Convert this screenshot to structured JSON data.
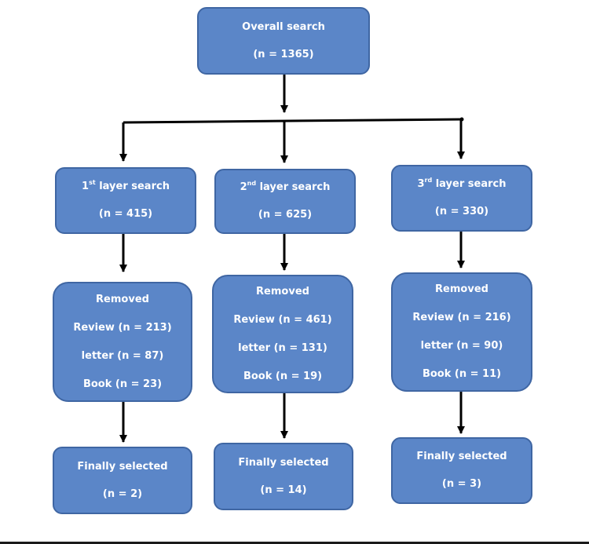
{
  "diagram": {
    "root": {
      "title": "Overall search",
      "count": "(n = 1365)"
    },
    "columns": [
      {
        "layer": {
          "ordinal": "1",
          "suffix": "st",
          "label": " layer search",
          "count": "(n = 415)"
        },
        "removed": {
          "title": "Removed",
          "review": "Review (n = 213)",
          "letter": "letter (n = 87)",
          "book": "Book (n = 23)"
        },
        "final": {
          "title": "Finally selected",
          "count": "(n = 2)"
        }
      },
      {
        "layer": {
          "ordinal": "2",
          "suffix": "nd",
          "label": " layer search",
          "count": "(n = 625)"
        },
        "removed": {
          "title": "Removed",
          "review": "Review (n = 461)",
          "letter": "letter (n = 131)",
          "book": "Book (n = 19)"
        },
        "final": {
          "title": "Finally selected",
          "count": "(n = 14)"
        }
      },
      {
        "layer": {
          "ordinal": "3",
          "suffix": "rd",
          "label": " layer search",
          "count": "(n = 330)"
        },
        "removed": {
          "title": "Removed",
          "review": "Review (n = 216)",
          "letter": "letter (n = 90)",
          "book": "Book (n = 11)"
        },
        "final": {
          "title": "Finally selected",
          "count": "(n = 3)"
        }
      }
    ]
  },
  "colors": {
    "box_fill": "#5b86c8",
    "box_border": "#3f66a3",
    "text": "#ffffff",
    "connector": "#000000"
  }
}
